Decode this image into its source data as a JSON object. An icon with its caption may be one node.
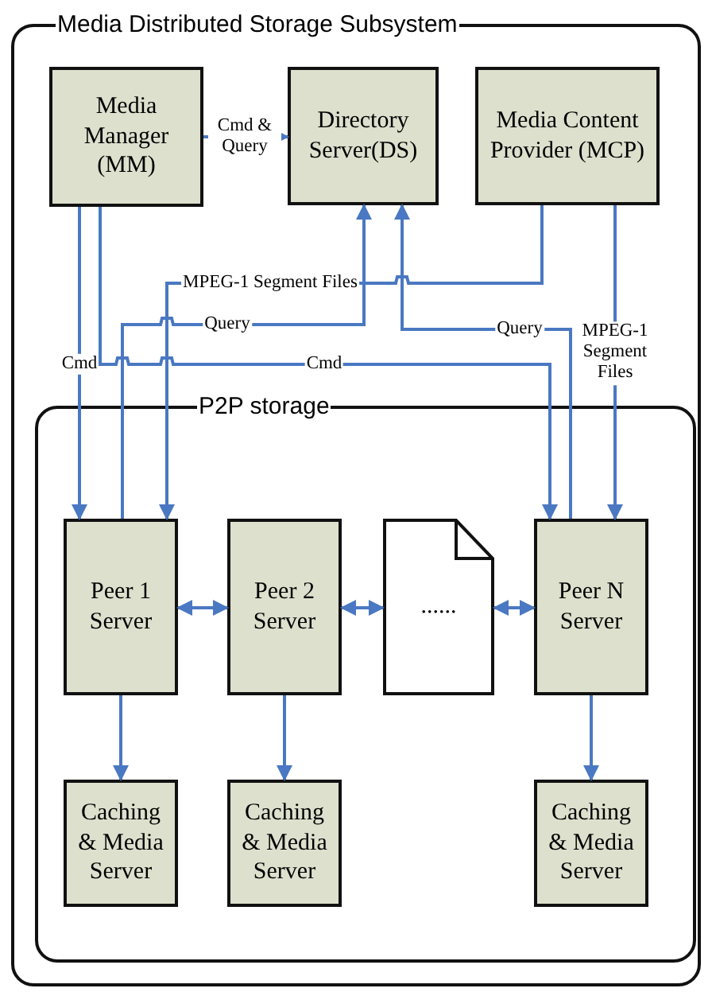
{
  "diagram": {
    "nodes": [
      {
        "text": [
          "Media Distributed Storage Subsystem"
        ]
      },
      {
        "text": [
          "Media Manager (MM)"
        ],
        "in": 0
      },
      {
        "text": [
          "Directory Server(DS)"
        ],
        "in": 0
      },
      {
        "text": [
          "Media Content Provider (MCP)"
        ],
        "in": 0
      },
      {
        "text": [
          "P2P storage"
        ],
        "in": 0
      },
      {
        "text": [
          "Peer 1 Server"
        ],
        "in": 4
      },
      {
        "text": [
          "Peer 2 Server"
        ],
        "in": 4
      },
      {
        "text": [
          "......"
        ],
        "in": 4
      },
      {
        "text": [
          "Peer N Server"
        ],
        "in": 4
      },
      {
        "text": [
          "Caching & Media Server"
        ],
        "in": 4
      },
      {
        "text": [
          "Caching & Media Server"
        ],
        "in": 4
      },
      {
        "text": [
          "Caching & Media Server"
        ],
        "in": 4
      }
    ],
    "edges": [
      {
        "from": 1,
        "to": 2,
        "arrow": "to",
        "label": "Cmd & Query"
      },
      {
        "from": 1,
        "to": 5,
        "arrow": "to",
        "label": "Cmd"
      },
      {
        "from": 1,
        "to": 8,
        "arrow": "to",
        "label": "Cmd"
      },
      {
        "from": 5,
        "to": 2,
        "arrow": "to",
        "label": "Query"
      },
      {
        "from": 3,
        "to": 5,
        "arrow": "to",
        "label": "MPEG-1 Segment Files"
      },
      {
        "from": 8,
        "to": 2,
        "arrow": "to",
        "label": "Query"
      },
      {
        "from": 3,
        "to": 8,
        "arrow": "to",
        "label": "MPEG-1 Segment Files"
      },
      {
        "from": 5,
        "to": 6,
        "arrow": "both"
      },
      {
        "from": 6,
        "to": 7,
        "arrow": "both"
      },
      {
        "from": 7,
        "to": 8,
        "arrow": "both"
      },
      {
        "from": 5,
        "to": 9,
        "arrow": "to"
      },
      {
        "from": 6,
        "to": 10,
        "arrow": "to"
      },
      {
        "from": 8,
        "to": 11,
        "arrow": "to"
      }
    ]
  }
}
